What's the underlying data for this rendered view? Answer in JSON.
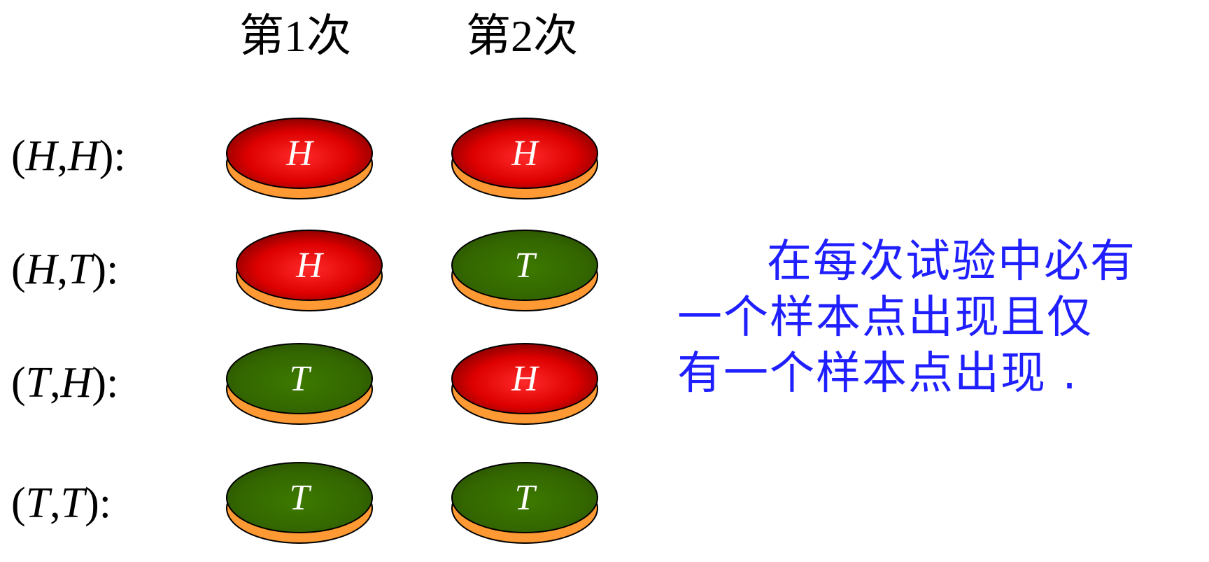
{
  "headers": {
    "trial1": "第1次",
    "trial2": "第2次"
  },
  "colors": {
    "head_color": "#dd0000",
    "tail_color": "#336600",
    "rim_color": "#ff9933",
    "note_color": "#1f1fff"
  },
  "rows": [
    {
      "open": "(",
      "first": "H",
      "comma": ",",
      "second": "H",
      "close": "):",
      "coins": [
        "H",
        "H"
      ]
    },
    {
      "open": "(",
      "first": "H",
      "comma": ",",
      "second": "T",
      "close": "):",
      "coins": [
        "H",
        "T"
      ]
    },
    {
      "open": "(",
      "first": "T",
      "comma": ",",
      "second": "H",
      "close": "):",
      "coins": [
        "T",
        "H"
      ]
    },
    {
      "open": "(",
      "first": "T",
      "comma": ",",
      "second": "T",
      "close": "):",
      "coins": [
        "T",
        "T"
      ]
    }
  ],
  "note": {
    "line1": "在每次试验中必有",
    "line2": "一个样本点出现且仅",
    "line3": "有一个样本点出现 ."
  }
}
